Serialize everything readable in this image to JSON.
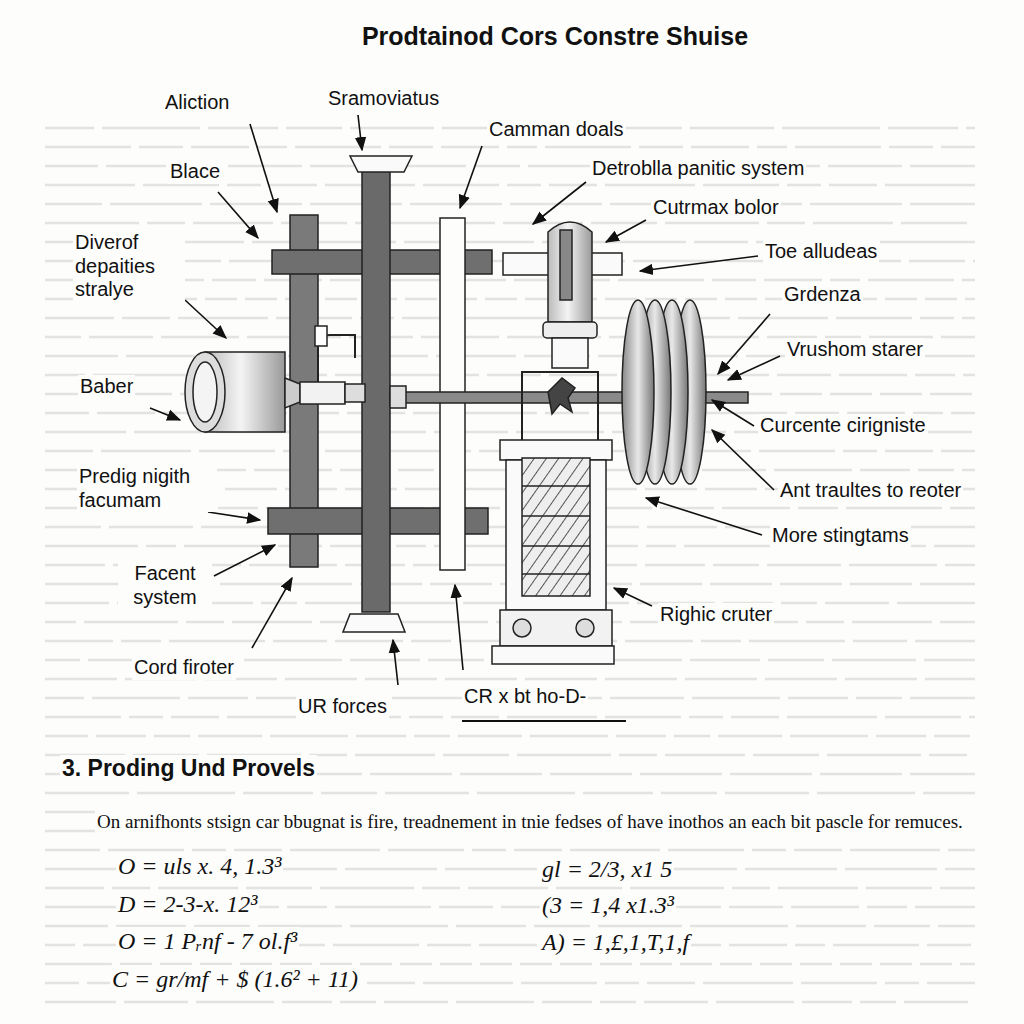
{
  "diagram": {
    "title": "Prodtainod Cors Constre Shuise",
    "labels": [
      "Aliction",
      "Sramoviatus",
      "Camman doals",
      "Blace",
      "Detroblla panitic system",
      "Cutrmax bolor",
      "Diverof depaities stralye",
      "Toe alludeas",
      "Grdenza",
      "Baber",
      "Vrushom starer",
      "Curcente cirigniste",
      "Predig nigith facumam",
      "Ant traultes to reoter",
      "More stingtams",
      "Facent system",
      "Righic cruter",
      "Cord firoter",
      "UR forces",
      "CR x bt ho-D-",
      "3. Proding Und Provels",
      "On arnifhonts stsign car bbugnat is fire, treadnement in tnie fedses of have inothos an each bit pascle for remuces.",
      "O = uls x. 4, 1.3³",
      "D = 2-3-x. 12³",
      "O = 1 Pᵣnf - 7 ol.f³",
      "C = gr/mf + $ (1.6² + 11)",
      "gl = 2/3, x1 5",
      "(3 = 1,4 x1.3³",
      "A) = 1,£,1,T,1,f"
    ]
  }
}
